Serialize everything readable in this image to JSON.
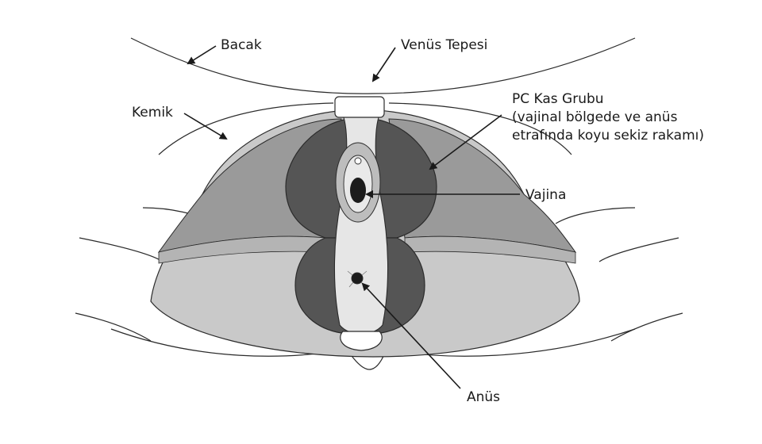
{
  "labels": {
    "bacak": "Bacak",
    "venus": "Venüs Tepesi",
    "kemik": "Kemik",
    "pc_line1": "PC Kas Grubu",
    "pc_line2": "(vajinal bölgede ve anüs",
    "pc_line3": "etrafında koyu sekiz rakamı)",
    "vajina": "Vajina",
    "anus": "Anüs"
  },
  "colors": {
    "outline": "#2b2b2b",
    "skin": "#ffffff",
    "light_muscle": "#c9c9c9",
    "mid_muscle": "#9a9a9a",
    "dark_muscle": "#555555",
    "tissue": "#e6e6e6",
    "opening": "#1c1c1c"
  }
}
